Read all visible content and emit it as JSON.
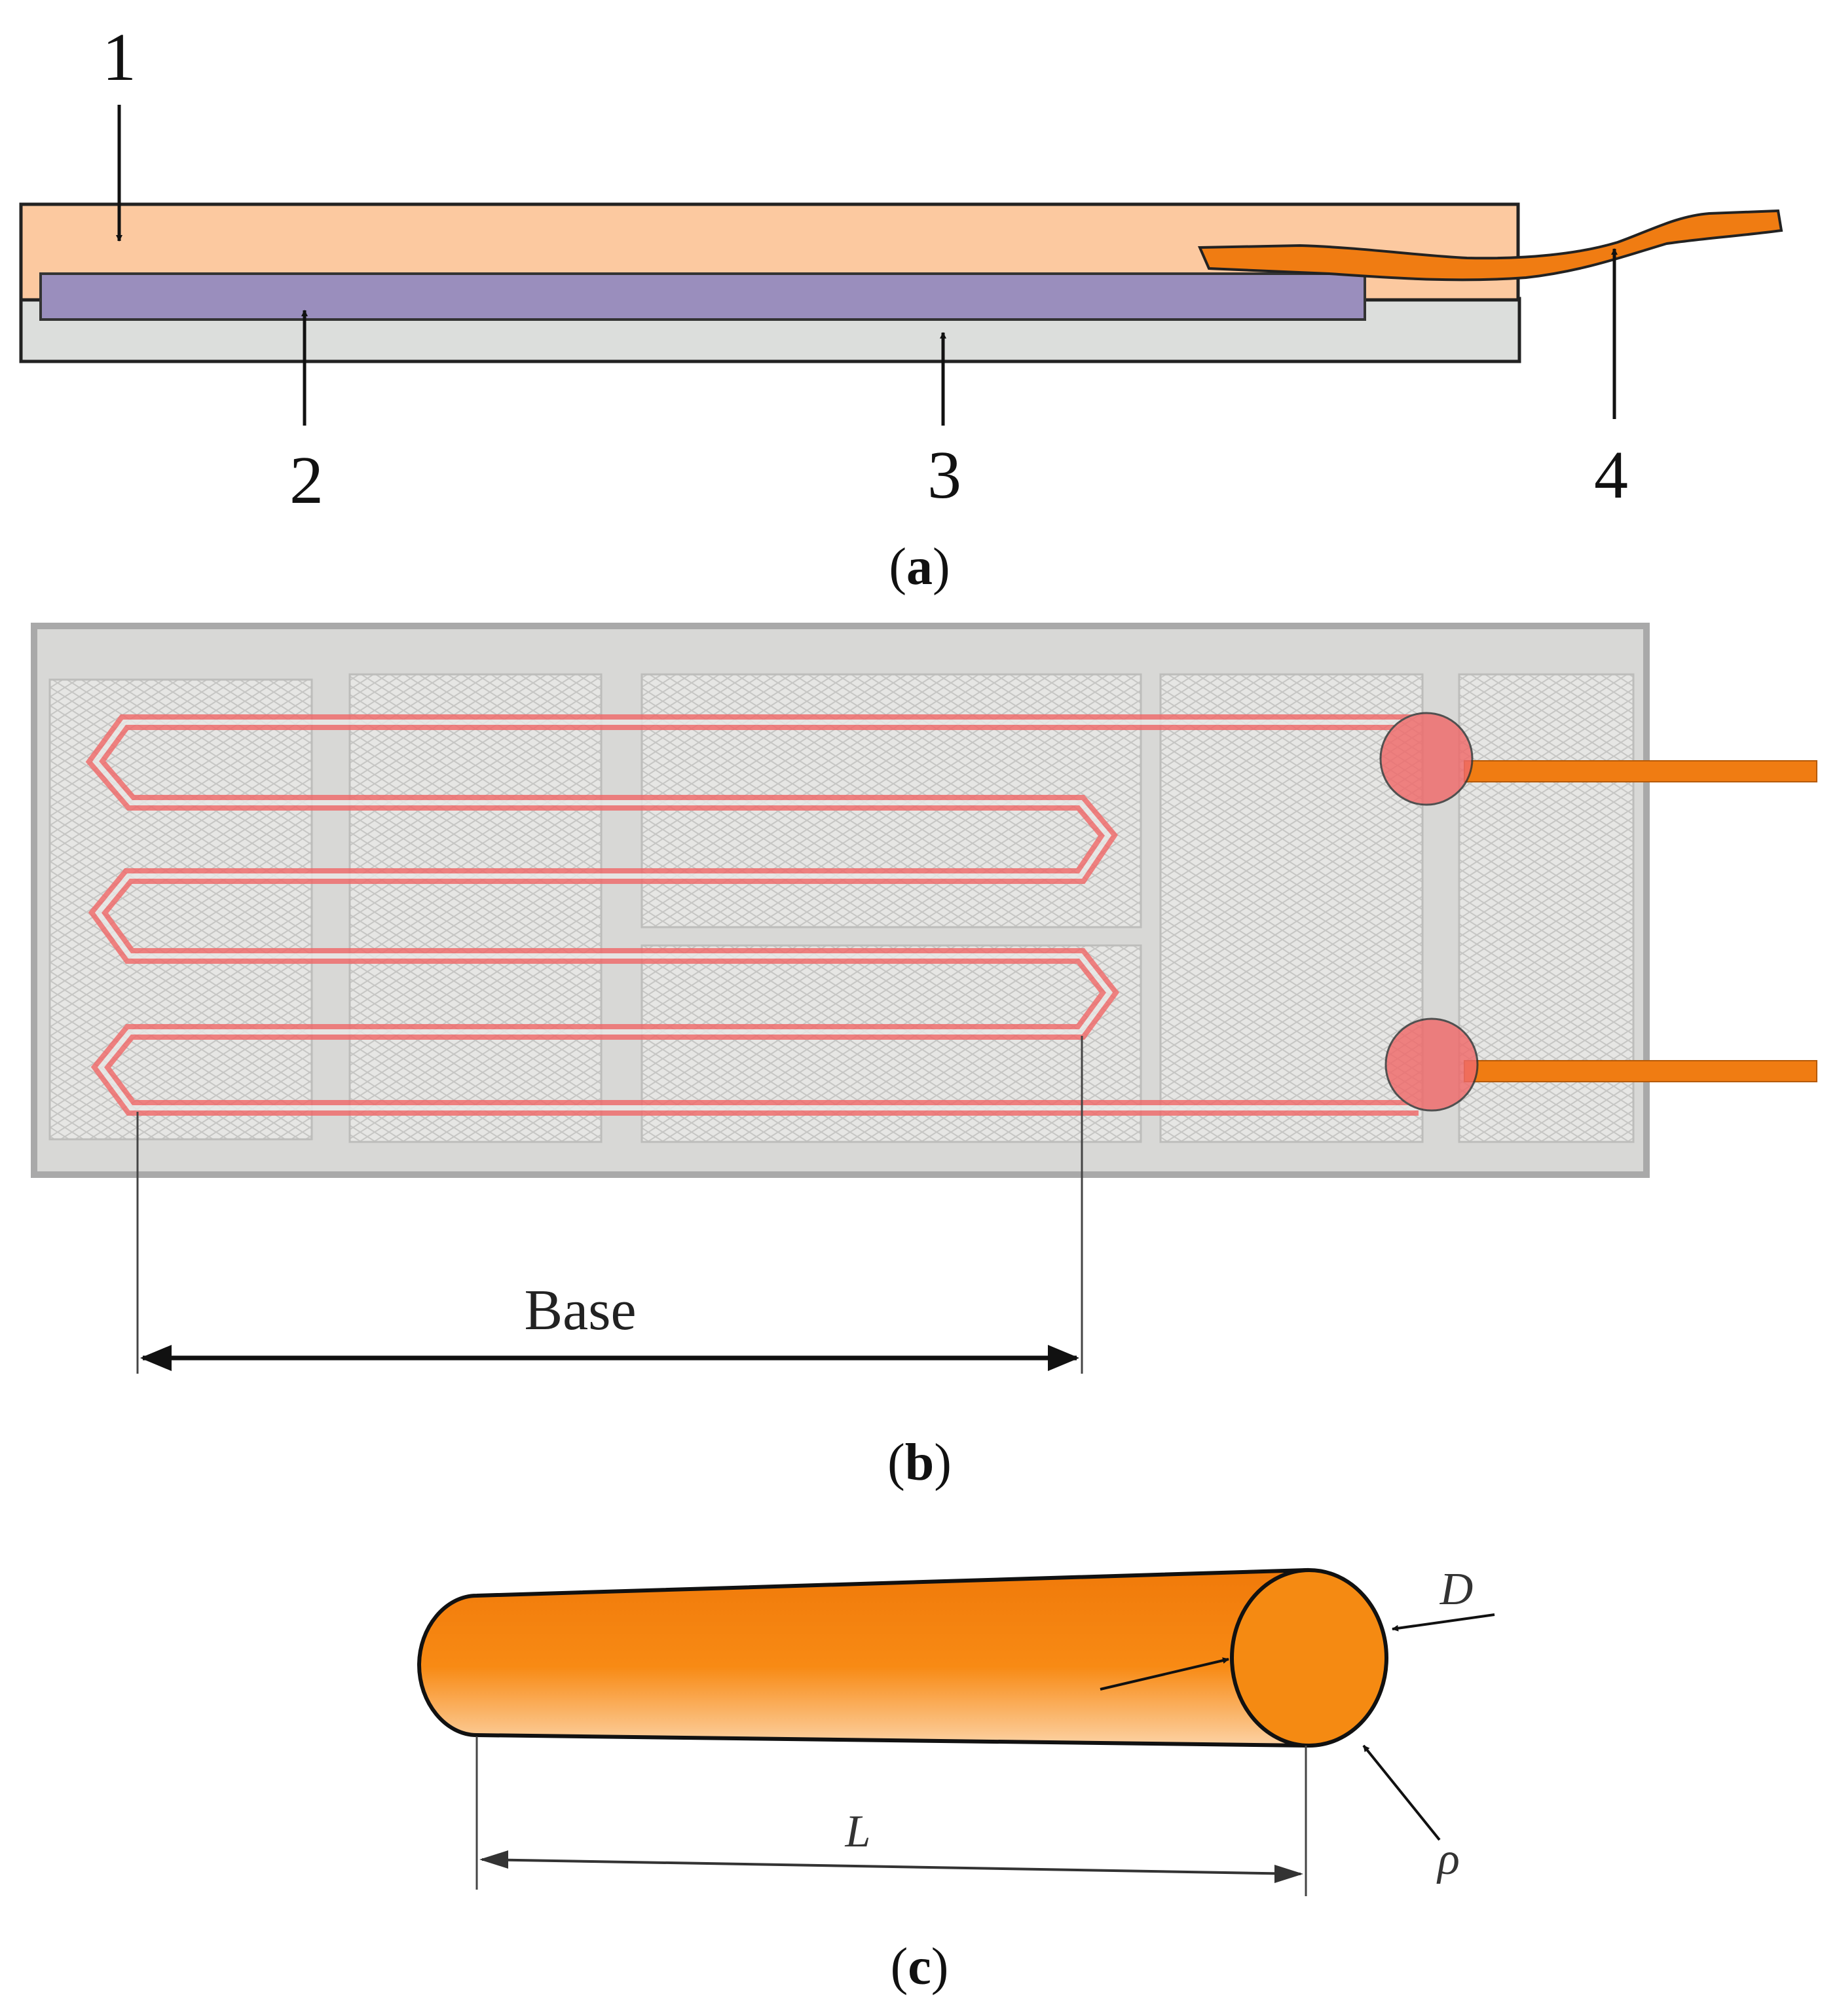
{
  "panel_a": {
    "labels": [
      "1",
      "2",
      "3",
      "4"
    ],
    "caption": "a",
    "colors": {
      "cover": "#fcc9a0",
      "grid": "#9a8ebd",
      "carrier": "#dcdedc",
      "lead": "#f07c12"
    }
  },
  "panel_b": {
    "dimension_label": "Base",
    "caption": "b",
    "colors": {
      "grid_trace": "#f06a6a",
      "lead": "#f07c12",
      "backing": "#d8d8d6"
    }
  },
  "panel_c": {
    "diameter_label": "D",
    "length_label": "L",
    "resistivity_label": "ρ",
    "caption": "c",
    "colors": {
      "conductor": "#f58a12"
    }
  }
}
